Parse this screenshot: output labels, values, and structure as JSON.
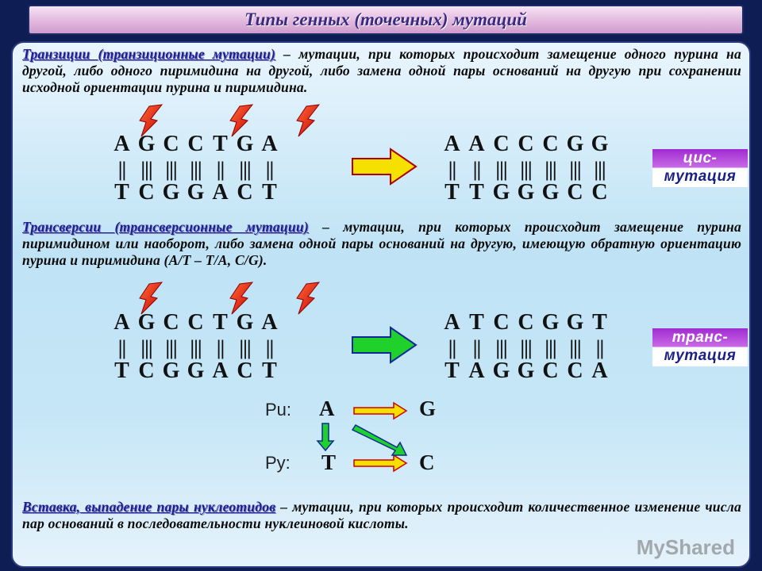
{
  "title": "Типы генных (точечных) мутаций",
  "transitions": {
    "term": "Транзиции (транзиционные мутации)",
    "text": " – мутации, при которых происходит замещение одного пурина на другой, либо одного пиримидина на другой, либо замена одной пары оснований на другую при сохранении исходной ориентации пурина и пиримидина."
  },
  "transversions": {
    "term": "Трансверсии (трансверсионные мутации)",
    "text": " – мутации, при которых происходит замещение пурина пиримидином или наоборот, либо замена одной пары оснований на другую, имеющую обратную ориентацию пурина и пиримидина (A/T – T/A, C/G)."
  },
  "insertion": {
    "term": "Вставка, выпадение пары нуклеотидов",
    "text": " – мутации, при которых происходит количественное изменение числа пар оснований в последовательности нуклеиновой кислоты."
  },
  "dna_example1": {
    "original_top": [
      "A",
      "G",
      "C",
      "C",
      "T",
      "G",
      "A"
    ],
    "original_bonds": [
      "||",
      "|||",
      "|||",
      "|||",
      "||",
      "|||",
      "||"
    ],
    "original_bottom": [
      "T",
      "C",
      "G",
      "G",
      "A",
      "C",
      "T"
    ],
    "mutant_top": [
      "A",
      "A",
      "C",
      "C",
      "C",
      "G",
      "G"
    ],
    "mutant_bonds": [
      "||",
      "||",
      "|||",
      "|||",
      "|||",
      "|||",
      "|||"
    ],
    "mutant_bottom": [
      "T",
      "T",
      "G",
      "G",
      "G",
      "C",
      "C"
    ],
    "tag_line1": "цис-",
    "tag_line2": "мутация",
    "arrow_color": "#f5e000"
  },
  "dna_example2": {
    "original_top": [
      "A",
      "G",
      "C",
      "C",
      "T",
      "G",
      "A"
    ],
    "original_bonds": [
      "||",
      "|||",
      "|||",
      "|||",
      "||",
      "|||",
      "||"
    ],
    "original_bottom": [
      "T",
      "C",
      "G",
      "G",
      "A",
      "C",
      "T"
    ],
    "mutant_top": [
      "A",
      "T",
      "C",
      "C",
      "G",
      "G",
      "T"
    ],
    "mutant_bonds": [
      "||",
      "||",
      "|||",
      "|||",
      "|||",
      "|||",
      "||"
    ],
    "mutant_bottom": [
      "T",
      "A",
      "G",
      "G",
      "C",
      "C",
      "A"
    ],
    "tag_line1": "транс-",
    "tag_line2": "мутация",
    "arrow_color": "#1fd12a"
  },
  "scheme": {
    "pu_label": "Pu:",
    "py_label": "Py:",
    "pu_a": "A",
    "pu_g": "G",
    "py_t": "T",
    "py_c": "C"
  },
  "watermark": "MyShared"
}
